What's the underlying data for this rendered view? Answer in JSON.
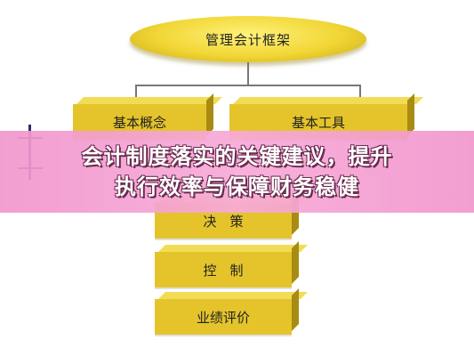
{
  "diagram": {
    "top_node": "管理会计框架",
    "left_node": "基本概念",
    "right_node": "基本工具",
    "stack": [
      {
        "label": "决　策"
      },
      {
        "label": "控　制"
      },
      {
        "label": "业绩评价"
      }
    ]
  },
  "banner": {
    "line1": "会计制度落实的关键建议，提升",
    "line2": "执行效率与保障财务稳健"
  },
  "colors": {
    "box_yellow": "#e4c42a",
    "banner_pink": "#f4a6d3",
    "text_outline": "#6a2a4e"
  }
}
